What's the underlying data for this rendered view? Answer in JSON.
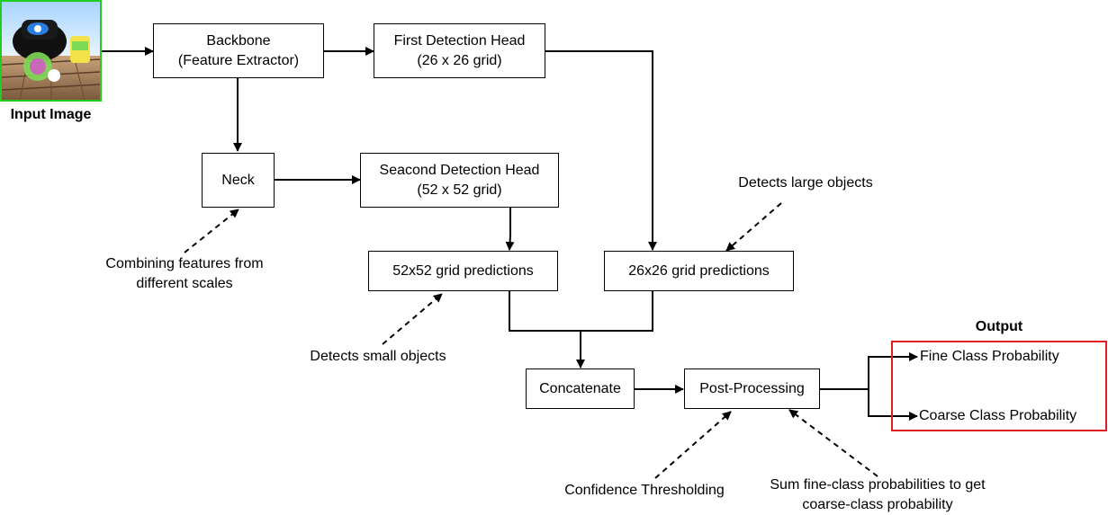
{
  "input": {
    "caption": "Input Image",
    "border_color": "#22cc22"
  },
  "boxes": {
    "backbone": [
      "Backbone",
      "(Feature Extractor)"
    ],
    "first_head": [
      "First Detection Head",
      "(26 x 26 grid)"
    ],
    "neck": "Neck",
    "second_head": [
      "Seacond Detection Head",
      "(52 x 52 grid)"
    ],
    "pred52": "52x52 grid predictions",
    "pred26": "26x26 grid predictions",
    "concatenate": "Concatenate",
    "postprocessing": "Post-Processing"
  },
  "annotations": {
    "combining": [
      "Combining features from",
      "different scales"
    ],
    "large": "Detects large objects",
    "small": "Detects small objects",
    "confidence": "Confidence Thresholding",
    "sum": [
      "Sum fine-class probabilities to get",
      "coarse-class probability"
    ]
  },
  "output": {
    "title": "Output",
    "fine": "Fine Class Probability",
    "coarse": "Coarse Class Probability",
    "border_color": "#e02020"
  }
}
